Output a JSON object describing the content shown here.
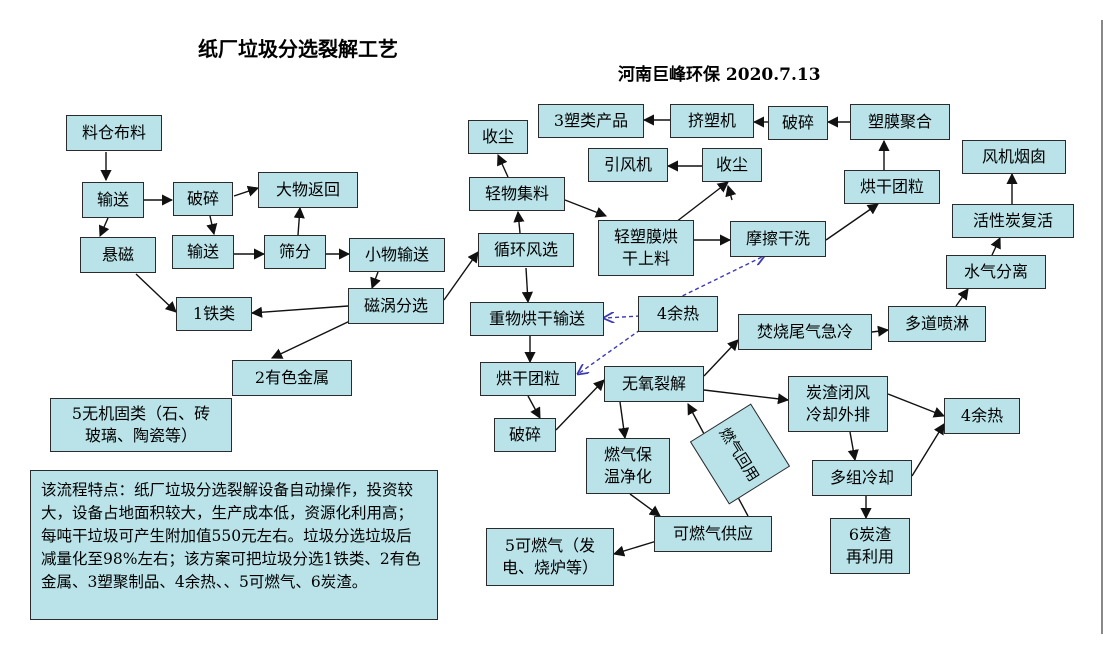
{
  "title": "纸厂垃圾分选裂解工艺",
  "company_date": "河南巨峰环保  2020.7.13",
  "nodes": {
    "silo": "料仓布料",
    "convey1": "输送",
    "magnet": "悬磁",
    "crush1": "破碎",
    "convey2": "输送",
    "screen": "筛分",
    "big_return": "大物返回",
    "small_convey": "小物输送",
    "iron": "1铁类",
    "eddy": "磁涡分选",
    "nonferrous": "2有色金属",
    "inorganic": "5无机固类（石、砖\n玻璃、陶瓷等）",
    "cyclone": "循环风选",
    "light_collect": "轻物集料",
    "dust1": "收尘",
    "film_dry": "轻塑膜烘\n干上料",
    "dust2": "收尘",
    "fan": "引风机",
    "friction": "摩擦干洗",
    "dry_pellet1": "烘干团粒",
    "film_poly": "塑膜聚合",
    "crush2": "破碎",
    "extruder": "挤塑机",
    "plastic_product": "3塑类产品",
    "heavy_dry": "重物烘干输送",
    "waste_heat1": "4余热",
    "dry_pellet2": "烘干团粒",
    "crush3": "破碎",
    "pyrolysis": "无氧裂解",
    "flue_quench": "焚烧尾气急冷",
    "spray": "多道喷淋",
    "water_sep": "水气分离",
    "carbon": "活性炭复活",
    "chimney": "风机烟囱",
    "gas_clean": "燃气保\n温净化",
    "gas_supply": "可燃气供应",
    "fuel_gas": "5可燃气（发\n电、烧炉等）",
    "char_cool": "炭渣闭风\n冷却外排",
    "waste_heat2": "4余热",
    "multi_cool": "多组冷却",
    "char_reuse": "6炭渣\n再利用"
  },
  "gas_return_label": "燃气回用",
  "note": "该流程特点：纸厂垃圾分选裂解设备自动操作，投资较大，设备占地面积较大，生产成本低，资源化利用高；每吨干垃圾可产生附加值550元左右。垃圾分选垃圾后减量化至98%左右；该方案可把垃圾分选1铁类、2有色金属、3塑聚制品、4余热、、5可燃气、6炭渣。",
  "colors": {
    "box_fill": "#b9e3e8",
    "border": "#2b2b2b",
    "dashed_arrow": "#3b3bb3"
  }
}
